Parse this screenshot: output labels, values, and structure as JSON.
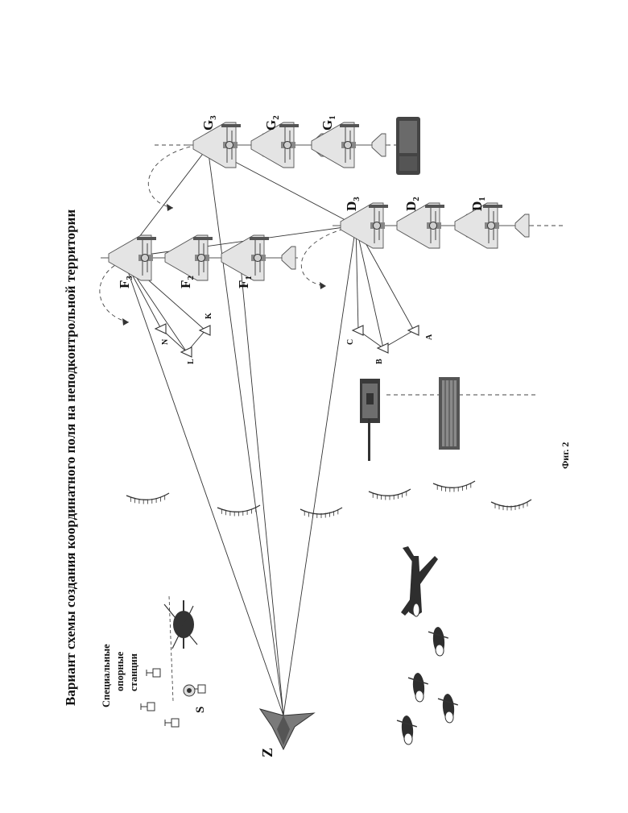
{
  "title": "Вариант схемы создания координатного поля на неподконтрольной территории",
  "figure_caption": "Фиг. 2",
  "stations_caption": [
    "Специальные",
    "опорные",
    "станции"
  ],
  "labels": {
    "F3": {
      "main": "F",
      "sub": "3"
    },
    "F2": {
      "main": "F",
      "sub": "2"
    },
    "F1": {
      "main": "F",
      "sub": "1"
    },
    "G3": {
      "main": "G",
      "sub": "3"
    },
    "G2": {
      "main": "G",
      "sub": "2"
    },
    "G1": {
      "main": "G",
      "sub": "1"
    },
    "D3": {
      "main": "D",
      "sub": "3"
    },
    "D2": {
      "main": "D",
      "sub": "2"
    },
    "D1": {
      "main": "D",
      "sub": "1"
    },
    "N": "N",
    "L": "L",
    "K": "K",
    "C": "C",
    "B": "B",
    "A": "A",
    "S": "S",
    "Z": "Z"
  },
  "colors": {
    "ink": "#111111",
    "line": "#333333",
    "plane": "#e4e4e4",
    "dark": "#3a3a3a"
  },
  "icons": [
    "uav-icon",
    "beacon-icon",
    "tank-icon",
    "building-icon",
    "truck-icon",
    "helicopter-icon",
    "fighter-jet-icon",
    "drone-icon",
    "stealth-aircraft-icon",
    "reference-station-icon"
  ]
}
